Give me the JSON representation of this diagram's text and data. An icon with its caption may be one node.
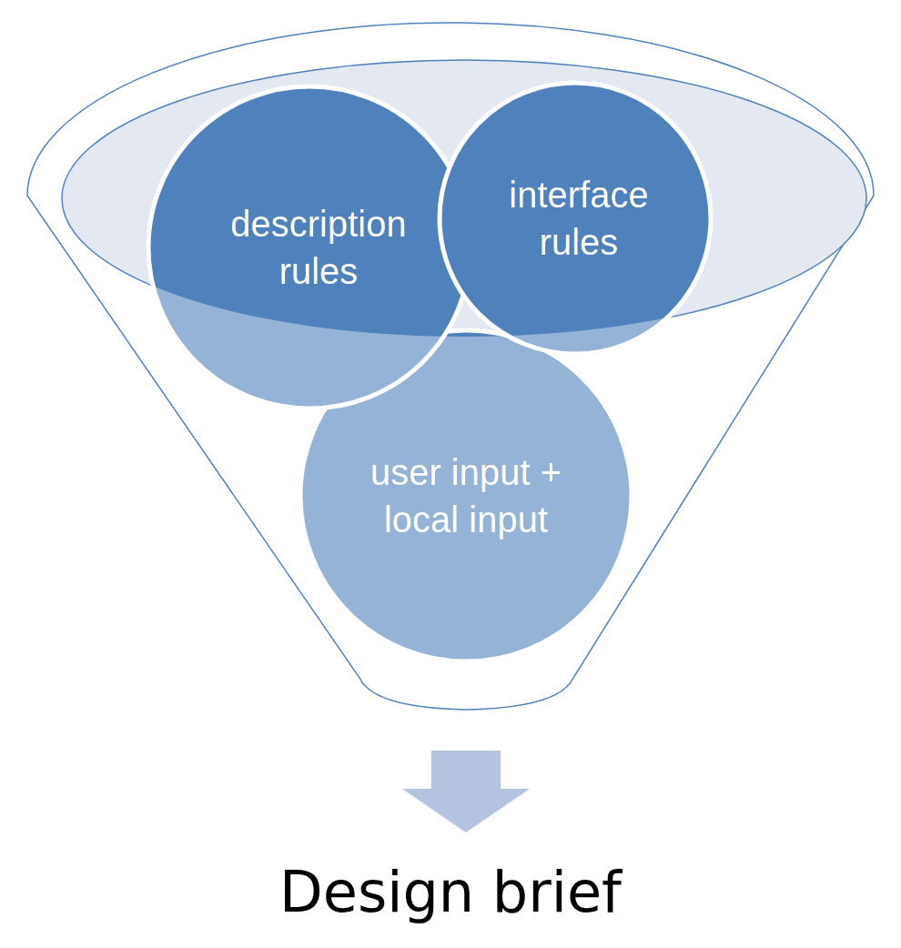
{
  "diagram": {
    "nodes": [
      {
        "text": [],
        "shape": "funnel"
      },
      {
        "text": [
          "description rules"
        ],
        "in": 0
      },
      {
        "text": [
          "interface rules"
        ],
        "in": 0
      },
      {
        "text": [
          "user input + local input"
        ],
        "in": 0
      },
      {
        "text": [
          "Design brief"
        ]
      }
    ],
    "edges": [
      {
        "from": 0,
        "to": 4,
        "arrow": "to",
        "style": "thick"
      }
    ]
  }
}
